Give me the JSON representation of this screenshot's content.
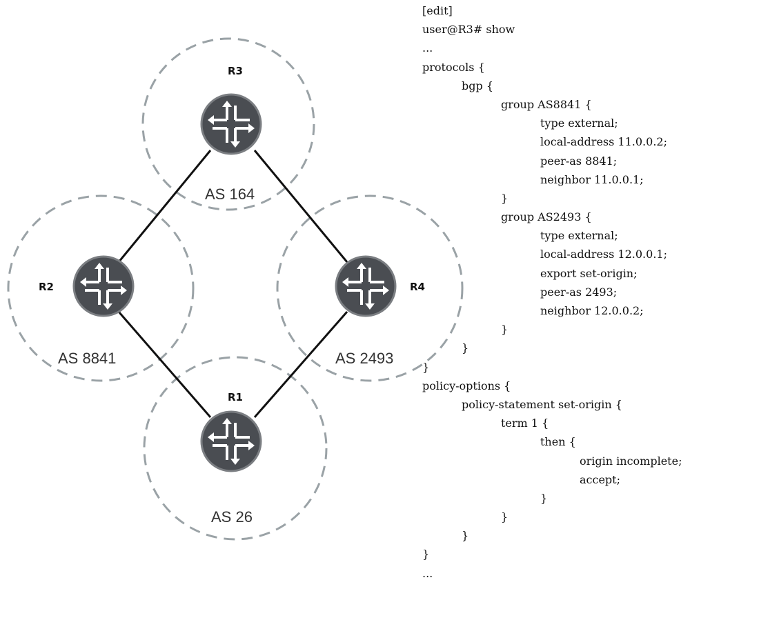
{
  "diagram": {
    "routers": [
      {
        "id": "R3",
        "label": "R3"
      },
      {
        "id": "R2",
        "label": "R2"
      },
      {
        "id": "R4",
        "label": "R4"
      },
      {
        "id": "R1",
        "label": "R1"
      }
    ],
    "as_labels": [
      {
        "router": "R3",
        "label": "AS 164"
      },
      {
        "router": "R2",
        "label": "AS 8841"
      },
      {
        "router": "R4",
        "label": "AS 2493"
      },
      {
        "router": "R1",
        "label": "AS 26"
      }
    ],
    "links": [
      [
        "R3",
        "R2"
      ],
      [
        "R3",
        "R4"
      ],
      [
        "R2",
        "R1"
      ],
      [
        "R4",
        "R1"
      ]
    ]
  },
  "config": {
    "lines": [
      {
        "indent": 0,
        "text": "[edit]"
      },
      {
        "indent": 0,
        "text": "user@R3# show"
      },
      {
        "indent": 0,
        "text": "..."
      },
      {
        "indent": 0,
        "text": "protocols {"
      },
      {
        "indent": 1,
        "text": "bgp {"
      },
      {
        "indent": 2,
        "text": "group AS8841 {"
      },
      {
        "indent": 3,
        "text": "type external;"
      },
      {
        "indent": 3,
        "text": "local-address 11.0.0.2;"
      },
      {
        "indent": 3,
        "text": "peer-as 8841;"
      },
      {
        "indent": 3,
        "text": "neighbor 11.0.0.1;"
      },
      {
        "indent": 2,
        "text": "}"
      },
      {
        "indent": 2,
        "text": "group AS2493 {"
      },
      {
        "indent": 3,
        "text": "type external;"
      },
      {
        "indent": 3,
        "text": "local-address 12.0.0.1;"
      },
      {
        "indent": 3,
        "text": "export set-origin;"
      },
      {
        "indent": 3,
        "text": "peer-as 2493;"
      },
      {
        "indent": 3,
        "text": "neighbor 12.0.0.2;"
      },
      {
        "indent": 2,
        "text": "}"
      },
      {
        "indent": 1,
        "text": "}"
      },
      {
        "indent": 0,
        "text": "}"
      },
      {
        "indent": 0,
        "text": "policy-options {"
      },
      {
        "indent": 1,
        "text": "policy-statement set-origin {"
      },
      {
        "indent": 2,
        "text": "term 1 {"
      },
      {
        "indent": 3,
        "text": "then {"
      },
      {
        "indent": 4,
        "text": "origin incomplete;"
      },
      {
        "indent": 4,
        "text": "accept;"
      },
      {
        "indent": 3,
        "text": "}"
      },
      {
        "indent": 2,
        "text": "}"
      },
      {
        "indent": 1,
        "text": "}"
      },
      {
        "indent": 0,
        "text": "}"
      },
      {
        "indent": 0,
        "text": "..."
      }
    ]
  }
}
